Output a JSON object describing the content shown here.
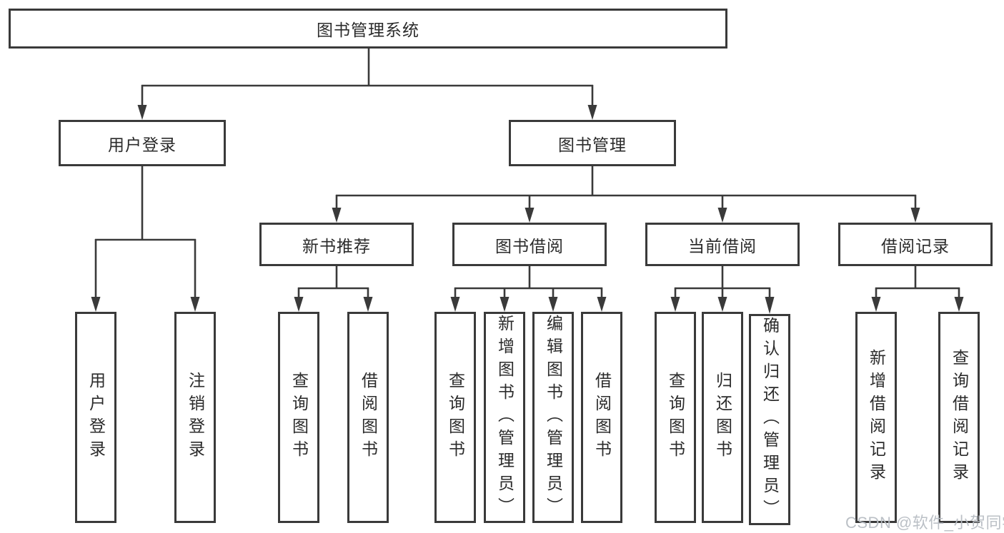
{
  "diagram": {
    "root": {
      "label": "图书管理系统"
    },
    "level2": [
      {
        "id": "user-login",
        "label": "用户登录"
      },
      {
        "id": "book-management",
        "label": "图书管理"
      }
    ],
    "level3": [
      {
        "id": "new-book-recommend",
        "label": "新书推荐"
      },
      {
        "id": "book-borrow",
        "label": "图书借阅"
      },
      {
        "id": "current-borrow",
        "label": "当前借阅"
      },
      {
        "id": "borrow-records",
        "label": "借阅记录"
      }
    ],
    "leafGroups": [
      {
        "parent": "用户登录",
        "items": [
          "用户登录",
          "注销登录"
        ]
      },
      {
        "parent": "新书推荐",
        "items": [
          "查询图书",
          "借阅图书"
        ]
      },
      {
        "parent": "图书借阅",
        "items": [
          "查询图书",
          "新增图书（管理员）",
          "编辑图书（管理员）",
          "借阅图书"
        ]
      },
      {
        "parent": "当前借阅",
        "items": [
          "查询图书",
          "归还图书",
          "确认归还（管理员）"
        ]
      },
      {
        "parent": "借阅记录",
        "items": [
          "新增借阅记录",
          "查询借阅记录"
        ]
      }
    ]
  },
  "watermark": {
    "text": "CSDN @软件_小贺同学"
  },
  "colors": {
    "line": "#3a3a3a",
    "text": "#2b2b2b",
    "background": "#ffffff",
    "watermark": "#b7bdc3"
  }
}
